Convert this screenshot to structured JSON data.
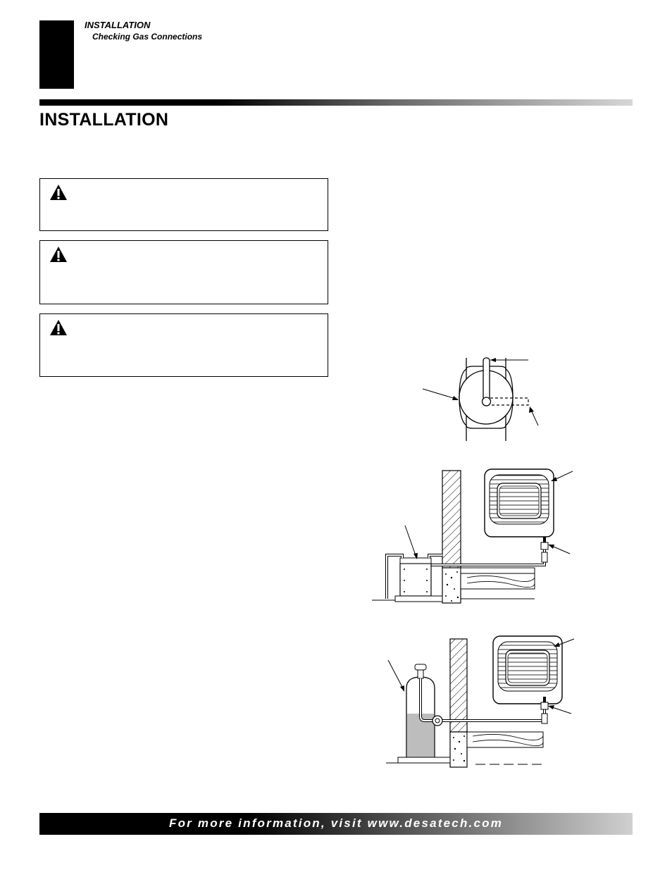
{
  "header": {
    "section": "INSTALLATION",
    "subsection": "Checking Gas Connections"
  },
  "page": {
    "title": "INSTALLATION"
  },
  "warnings": [
    {
      "icon": "warning-triangle-icon"
    },
    {
      "icon": "warning-triangle-icon"
    },
    {
      "icon": "warning-triangle-icon"
    }
  ],
  "figures": {
    "valve_detail": {
      "type": "gas-valve-detail"
    },
    "natural_gas_installation": {
      "type": "heater-with-gas-meter"
    },
    "propane_installation": {
      "type": "heater-with-propane-tank"
    }
  },
  "footer": {
    "text": "For more information, visit www.desatech.com"
  },
  "colors": {
    "black": "#000000",
    "tank_fill": "#bdbdbd",
    "wall_fill": "#ffffff"
  }
}
